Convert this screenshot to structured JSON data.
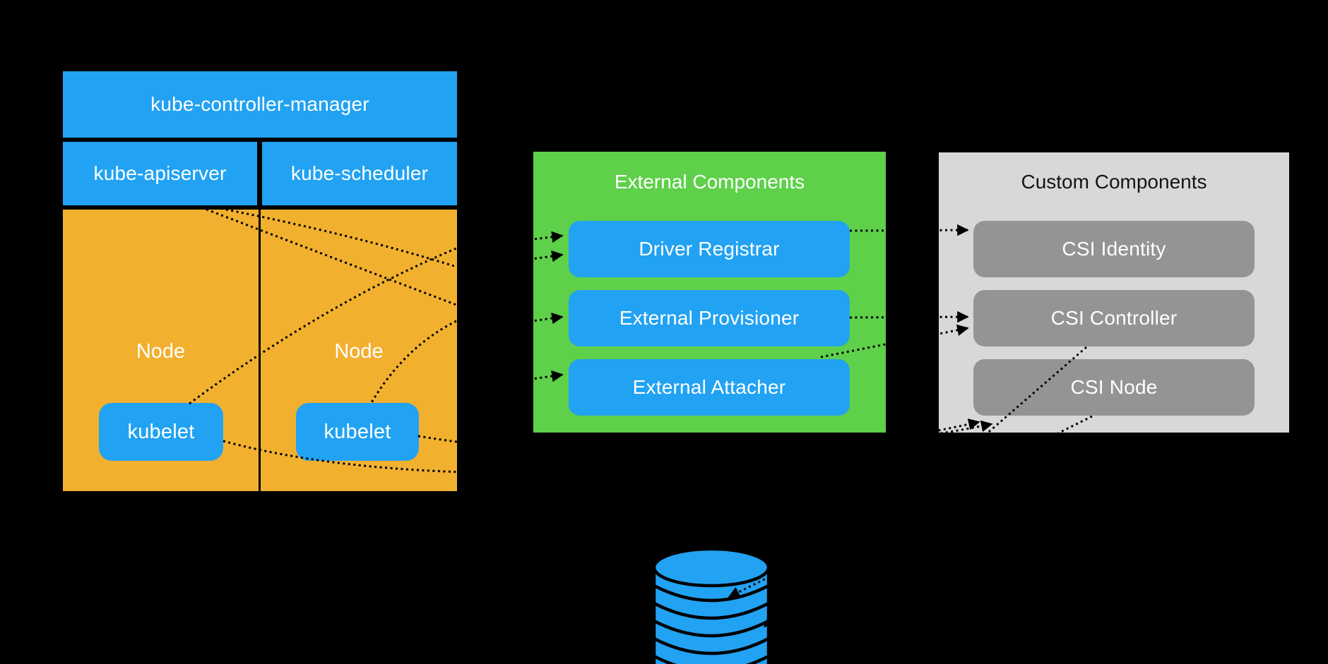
{
  "canvas": {
    "background": "#000000"
  },
  "palette": {
    "blue": "#22A2F2",
    "orange": "#F2B02F",
    "green": "#5ED04A",
    "panel_gray": "#D8D8D8",
    "box_gray": "#949494",
    "line": "#000000",
    "text_light": "#FFFFFF",
    "text_dark": "#151515"
  },
  "control_plane": {
    "controller_manager": "kube-controller-manager",
    "api_server": "kube-apiserver",
    "scheduler": "kube-scheduler"
  },
  "nodes": [
    {
      "label": "Node",
      "kubelet": "kubelet"
    },
    {
      "label": "Node",
      "kubelet": "kubelet"
    }
  ],
  "external_components": {
    "title": "External Components",
    "items": [
      {
        "label": "Driver Registrar"
      },
      {
        "label": "External Provisioner"
      },
      {
        "label": "External Attacher"
      }
    ]
  },
  "custom_components": {
    "title": "Custom Components",
    "items": [
      {
        "label": "CSI Identity"
      },
      {
        "label": "CSI Controller"
      },
      {
        "label": "CSI Node"
      }
    ]
  },
  "storage": {
    "icon": "database-cylinder-icon"
  },
  "connections": {
    "style": "dotted-black-arrows"
  }
}
